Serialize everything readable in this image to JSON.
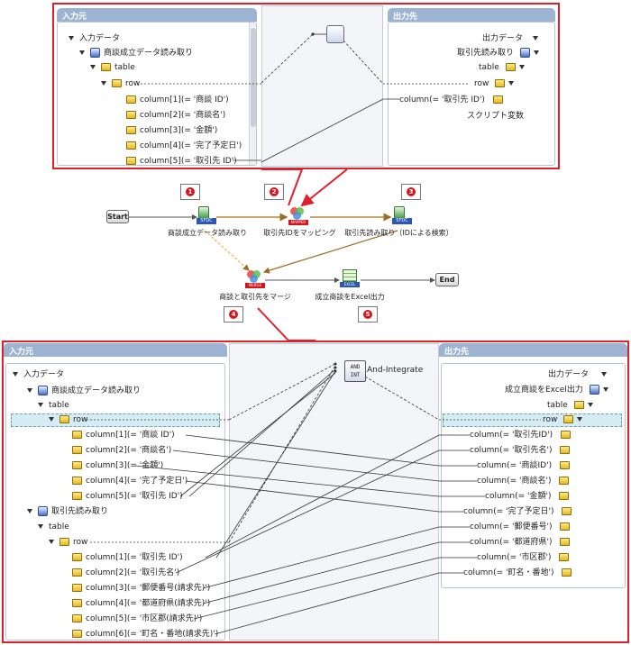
{
  "top_mapping": {
    "input_header": "入力元",
    "output_header": "出力先",
    "input_tree": [
      "入力データ",
      "商談成立データ読み取り",
      "table",
      "row",
      "column[1](= '商談 ID')",
      "column[2](= '商談名')",
      "column[3](= '金額')",
      "column[4](= '完了予定日')",
      "column[5](= '取引先 ID')"
    ],
    "output_tree": [
      "出力データ",
      "取引先読み取り",
      "table",
      "row",
      "column(= '取引先 ID')",
      "スクリプト変数"
    ]
  },
  "flow": {
    "start": "Start",
    "end": "End",
    "nodes": [
      {
        "label": "商談成立データ読み取り",
        "badge": "1",
        "tag": "SFDC"
      },
      {
        "label": "取引先IDをマッピング",
        "badge": "2",
        "tag": "MAPPER"
      },
      {
        "label": "取引先読み取り（IDによる検索）",
        "badge": "3",
        "tag": "SFDC"
      },
      {
        "label": "商談と取引先をマージ",
        "badge": "4",
        "tag": "MERGE"
      },
      {
        "label": "成立商談をExcel出力",
        "badge": "5",
        "tag": "EXCEL"
      }
    ]
  },
  "bottom_mapping": {
    "input_header": "入力元",
    "output_header": "出力先",
    "function_label": "And-Integrate",
    "function_icon": [
      "AND",
      "INT"
    ],
    "input_tree": [
      "入力データ",
      "商談成立データ読み取り",
      "table",
      "row",
      "column[1](= '商談 ID')",
      "column[2](= '商談名')",
      "column[3](= '金額')",
      "column[4](= '完了予定日')",
      "column[5](= '取引先 ID')",
      "取引先読み取り",
      "table",
      "row",
      "column[1](= '取引先 ID')",
      "column[2](= '取引先名')",
      "column[3](= '郵便番号(請求先)')",
      "column[4](= '都道府県(請求先)')",
      "column[5](= '市区郡(請求先)')",
      "column[6](= '町名・番地(請求先)')"
    ],
    "output_tree": [
      "出力データ",
      "成立商談をExcel出力",
      "table",
      "row",
      "column(= '取引先ID')",
      "column(= '取引先名')",
      "column(= '商談ID')",
      "column(= '商談名')",
      "column(= '金額')",
      "column(= '完了予定日')",
      "column(= '郵便番号')",
      "column(= '都道府県')",
      "column(= '市区郡')",
      "column(= '町名・番地')"
    ]
  },
  "colors": {
    "frame": "#e0202a",
    "header": "#9db3d2",
    "badge": "#d4151b",
    "flow_line": "#b98a3c",
    "selection": "#d6ecf4"
  }
}
